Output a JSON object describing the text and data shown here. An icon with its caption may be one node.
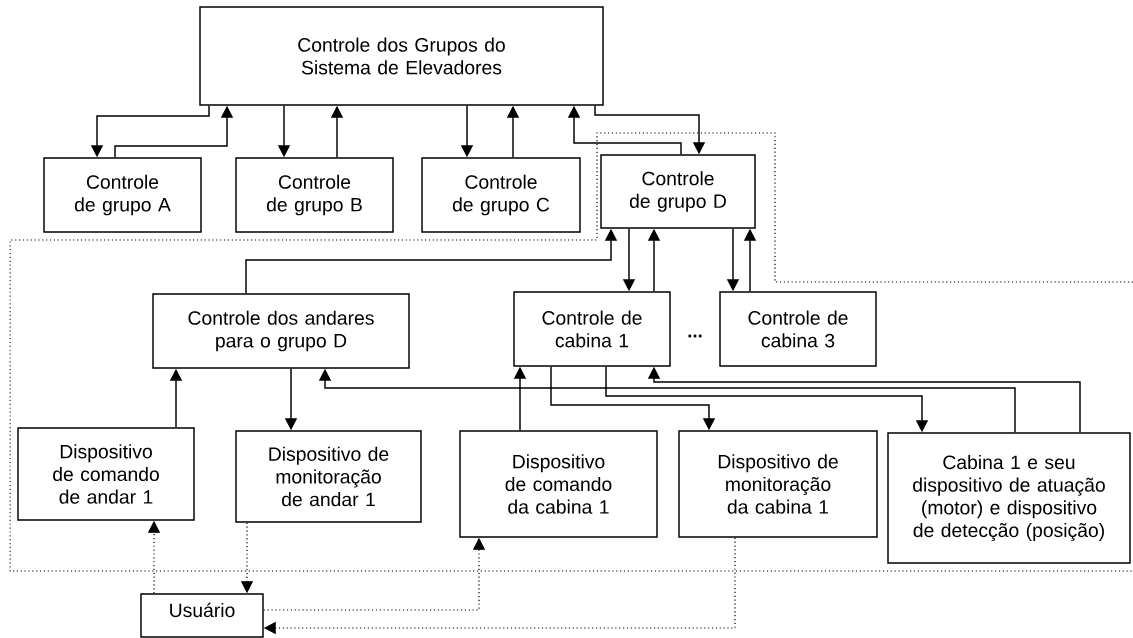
{
  "diagram": {
    "nodes": [
      {
        "text": [
          "Controle dos Grupos do Sistema de Elevadores"
        ]
      },
      {
        "text": [
          "Controle de grupo A"
        ]
      },
      {
        "text": [
          "Controle de grupo B"
        ]
      },
      {
        "text": [
          "Controle de grupo C"
        ]
      },
      {
        "text": [
          "Controle de grupo D"
        ]
      },
      {
        "text": [
          "Controle dos andares para o grupo D"
        ]
      },
      {
        "text": [
          "Controle de cabina 1"
        ]
      },
      {
        "text": [
          "Controle de cabina 3"
        ]
      },
      {
        "text": [
          "Dispositivo de comando de andar 1"
        ]
      },
      {
        "text": [
          "Dispositivo de monitoração de andar 1"
        ]
      },
      {
        "text": [
          "Dispositivo de comando da cabina 1"
        ]
      },
      {
        "text": [
          "Dispositivo de monitoração da cabina 1"
        ]
      },
      {
        "text": [
          "Cabina 1 e seu dispositivo de atuação (motor) e dispositivo de detecção (posição)"
        ]
      },
      {
        "text": [
          "Usuário"
        ]
      }
    ],
    "edges": [
      {
        "from": 0,
        "to": 1,
        "arrow": "to"
      },
      {
        "from": 1,
        "to": 0,
        "arrow": "to"
      },
      {
        "from": 0,
        "to": 2,
        "arrow": "to"
      },
      {
        "from": 2,
        "to": 0,
        "arrow": "to"
      },
      {
        "from": 0,
        "to": 3,
        "arrow": "to"
      },
      {
        "from": 3,
        "to": 0,
        "arrow": "to"
      },
      {
        "from": 4,
        "to": 0,
        "arrow": "to"
      },
      {
        "from": 0,
        "to": 4,
        "arrow": "to"
      },
      {
        "from": 5,
        "to": 4,
        "arrow": "to"
      },
      {
        "from": 4,
        "to": 6,
        "arrow": "to"
      },
      {
        "from": 6,
        "to": 4,
        "arrow": "to"
      },
      {
        "from": 4,
        "to": 7,
        "arrow": "to"
      },
      {
        "from": 7,
        "to": 4,
        "arrow": "to"
      },
      {
        "from": 8,
        "to": 5,
        "arrow": "to"
      },
      {
        "from": 5,
        "to": 9,
        "arrow": "to"
      },
      {
        "from": 10,
        "to": 6,
        "arrow": "to"
      },
      {
        "from": 6,
        "to": 11,
        "arrow": "to"
      },
      {
        "from": 6,
        "to": 12,
        "arrow": "to"
      },
      {
        "from": 12,
        "to": 6,
        "arrow": "to"
      },
      {
        "from": 12,
        "to": 5,
        "arrow": "to"
      },
      {
        "from": 13,
        "to": 8,
        "arrow": "to",
        "style": "dashed"
      },
      {
        "from": 9,
        "to": 13,
        "arrow": "to",
        "style": "dashed"
      },
      {
        "from": 13,
        "to": 10,
        "arrow": "to",
        "style": "dashed"
      },
      {
        "from": 11,
        "to": 13,
        "arrow": "to",
        "style": "dashed"
      }
    ],
    "labels": [
      "..."
    ]
  }
}
